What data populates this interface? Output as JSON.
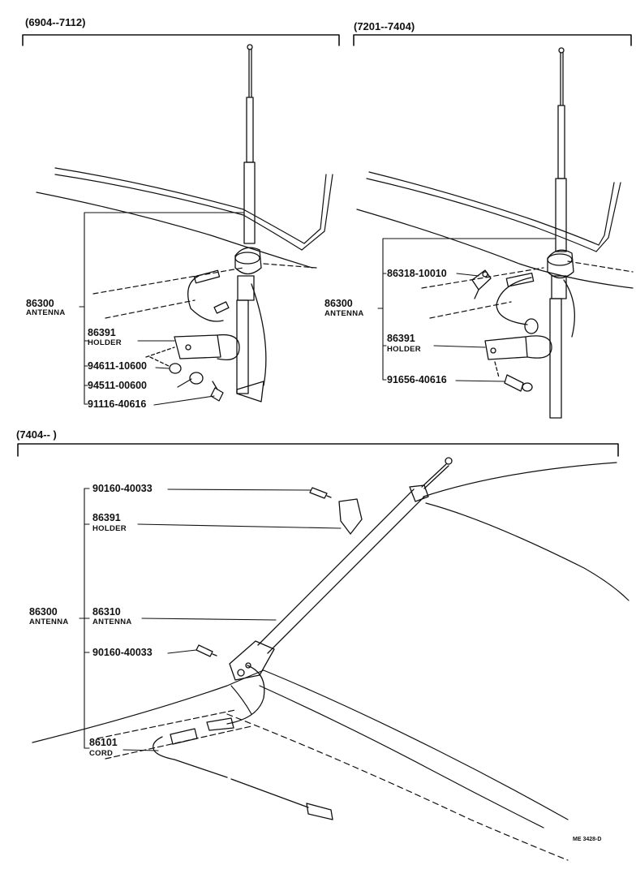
{
  "sections": {
    "s1": "(6904--7112)",
    "s2": "(7201--7404)",
    "s3": "(7404--        )"
  },
  "s1_parts": {
    "antenna": {
      "num": "86300",
      "name": "ANTENNA"
    },
    "holder": {
      "num": "86391",
      "name": "HOLDER"
    },
    "p94611": "94611-10600",
    "p94511": "94511-00600",
    "p91116": "91116-40616"
  },
  "s2_parts": {
    "p86318": "86318-10010",
    "antenna": {
      "num": "86300",
      "name": "ANTENNA"
    },
    "holder": {
      "num": "86391",
      "name": "HOLDER"
    },
    "p91656": "91656-40616"
  },
  "s3_parts": {
    "screw_top": "90160-40033",
    "holder": {
      "num": "86391",
      "name": "HOLDER"
    },
    "antenna_assy": {
      "num": "86300",
      "name": "ANTENNA"
    },
    "antenna_rod": {
      "num": "86310",
      "name": "ANTENNA"
    },
    "screw_bottom": "90160-40033",
    "cord": {
      "num": "86101",
      "name": "CORD"
    }
  },
  "ref_code": "ME 3428-D"
}
